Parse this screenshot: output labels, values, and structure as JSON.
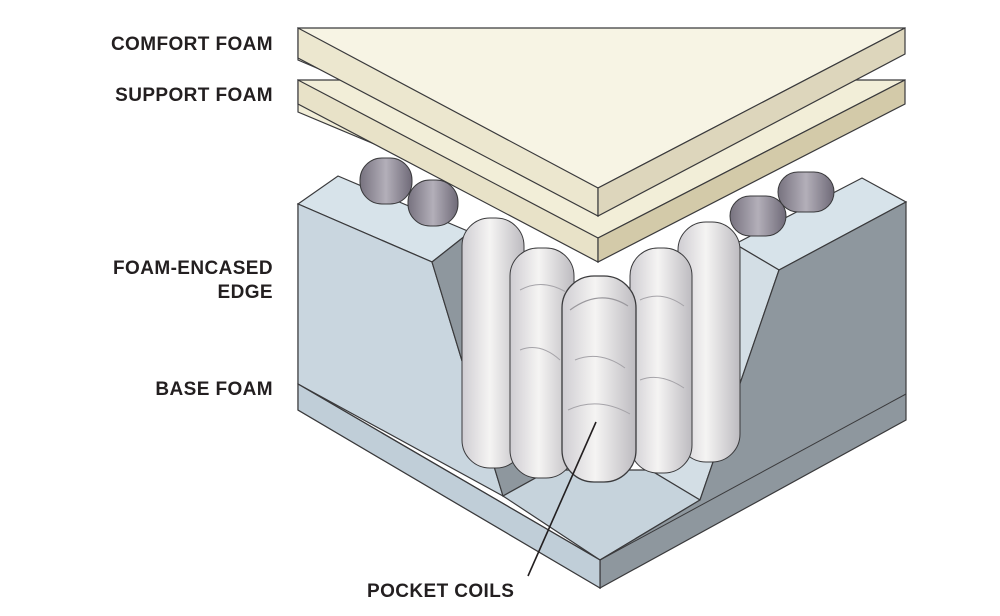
{
  "labels": {
    "comfort_foam": "COMFORT FOAM",
    "support_foam": "SUPPORT FOAM",
    "foam_encased_edge_line1": "FOAM-ENCASED",
    "foam_encased_edge_line2": "EDGE",
    "base_foam": "BASE FOAM",
    "pocket_coils": "POCKET COILS"
  },
  "colors": {
    "comfort_top": "#f7f4e4",
    "comfort_side": "#ddd6bc",
    "support_top": "#f2eed8",
    "support_side": "#d3caa9",
    "foam_top": "#d7e3ea",
    "foam_light_face": "#c6d3dc",
    "foam_dark_face": "#8e979e",
    "coil_light": "#f3f2f1",
    "coil_shadow": "#b9b7bb",
    "coil_back": "#8c8794",
    "outline": "#3a3a3c",
    "text": "#231f20"
  }
}
